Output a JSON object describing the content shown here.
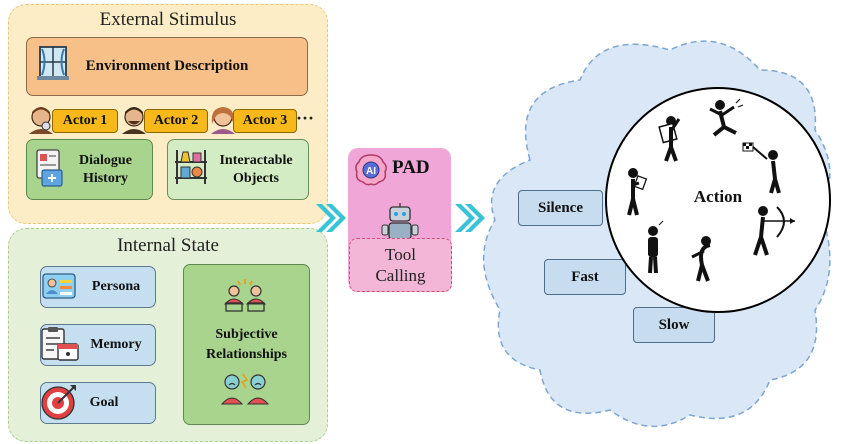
{
  "external_stimulus": {
    "title": "External Stimulus",
    "environment": "Environment Description",
    "actors": [
      "Actor 1",
      "Actor 2",
      "Actor 3"
    ],
    "more": "···",
    "dialogue": "Dialogue History",
    "objects": "Interactable Objects"
  },
  "internal_state": {
    "title": "Internal State",
    "persona": "Persona",
    "memory": "Memory",
    "goal": "Goal",
    "relationships": "Subjective Relationships"
  },
  "pad": {
    "label": "PAD",
    "ai_badge": "AI",
    "tool": "Tool Calling"
  },
  "response": {
    "silence": "Silence",
    "fast": "Fast",
    "slow": "Slow",
    "action": "Action"
  },
  "colors": {
    "external_bg": "#fdedc6",
    "internal_bg": "#e4f1d8",
    "pad_bg": "#f0a6d6",
    "cloud_bg": "#d9e7f6",
    "arrow": "#39c3d6"
  }
}
